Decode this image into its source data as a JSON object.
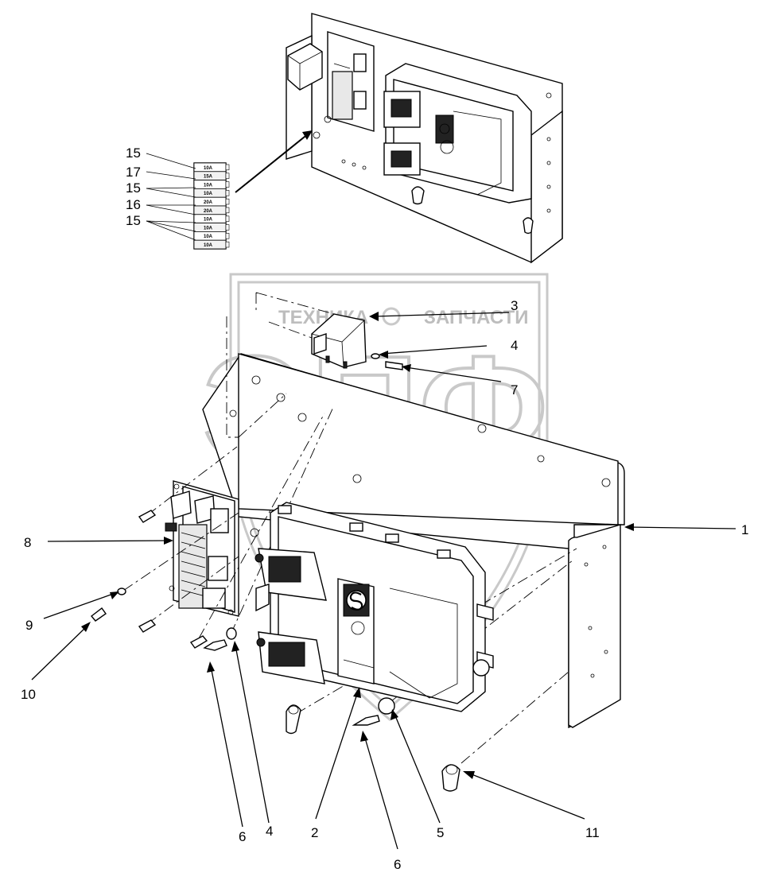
{
  "watermark": {
    "left_word": "ТЕХНИКА",
    "right_word": "ЗАПЧАСТИ",
    "emblem": "ЭПФ"
  },
  "fuse_labels": [
    "10A",
    "15A",
    "10A",
    "10A",
    "20A",
    "20A",
    "10A",
    "10A",
    "10A",
    "10A"
  ],
  "callouts": {
    "c15a": "15",
    "c17": "17",
    "c15b": "15",
    "c16": "16",
    "c15c": "15",
    "c3": "3",
    "c4a": "4",
    "c7": "7",
    "c1": "1",
    "c8": "8",
    "c9": "9",
    "c10": "10",
    "c6a": "6",
    "c4b": "4",
    "c2": "2",
    "c5": "5",
    "c6b": "6",
    "c11": "11"
  },
  "icons": {
    "controller-logo": "s-logo-icon",
    "relay": "relay-icon",
    "fuse-block": "fuse-block-icon"
  }
}
